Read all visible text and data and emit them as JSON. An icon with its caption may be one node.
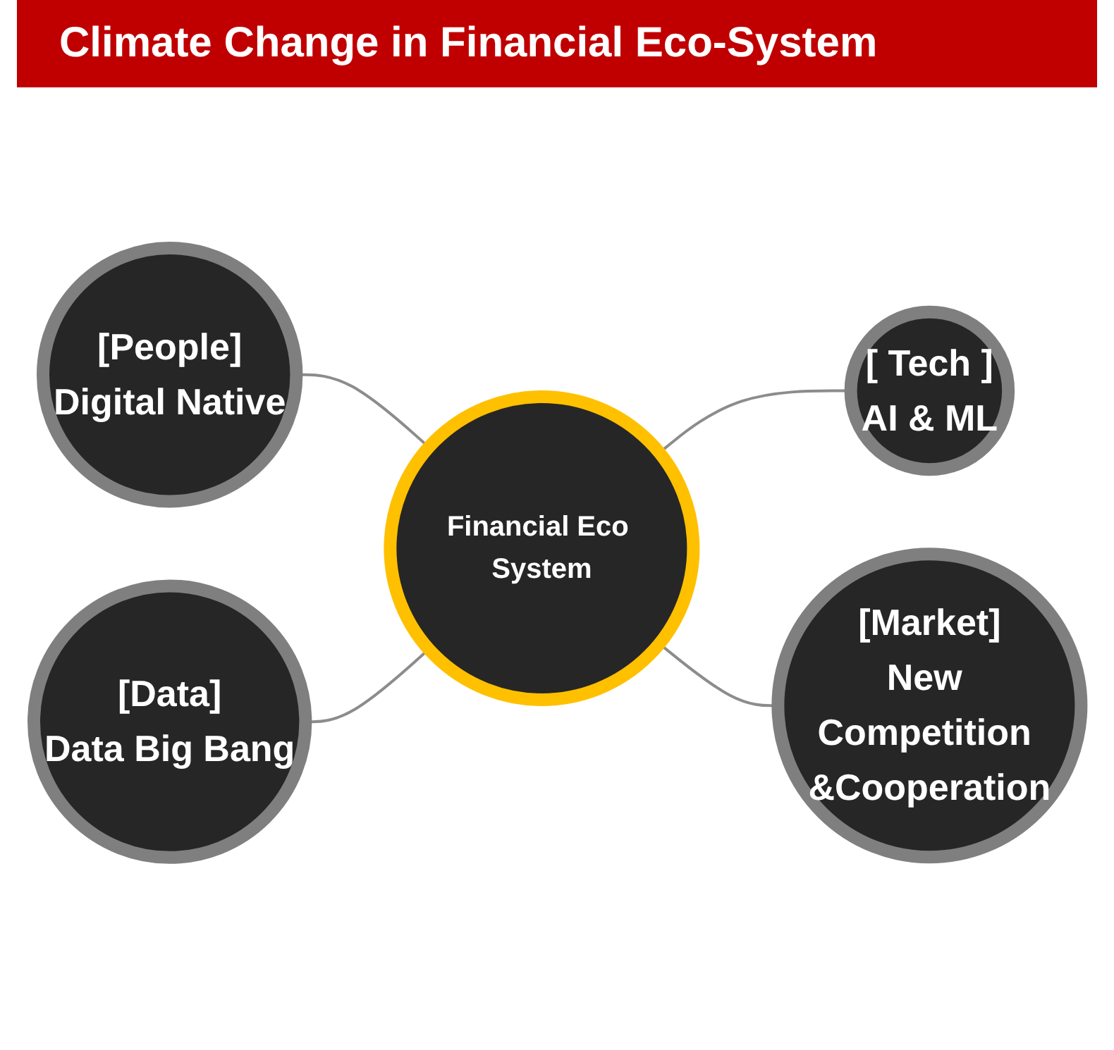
{
  "diagram": {
    "title": "Climate Change in Financial Eco-System",
    "nodes": [
      {
        "text": [
          "[People]",
          "Digital Native"
        ]
      },
      {
        "text": [
          "[ Tech ]",
          "AI & ML"
        ]
      },
      {
        "text": [
          "Financial Eco System"
        ]
      },
      {
        "text": [
          "[Data]",
          "Data Big Bang"
        ]
      },
      {
        "text": [
          "[Market]",
          "New Competition &Cooperation"
        ]
      }
    ],
    "edges": [
      {
        "from": 0,
        "to": 2,
        "arrow": "none"
      },
      {
        "from": 2,
        "to": 1,
        "arrow": "none"
      },
      {
        "from": 3,
        "to": 2,
        "arrow": "none"
      },
      {
        "from": 2,
        "to": 4,
        "arrow": "none"
      }
    ]
  }
}
